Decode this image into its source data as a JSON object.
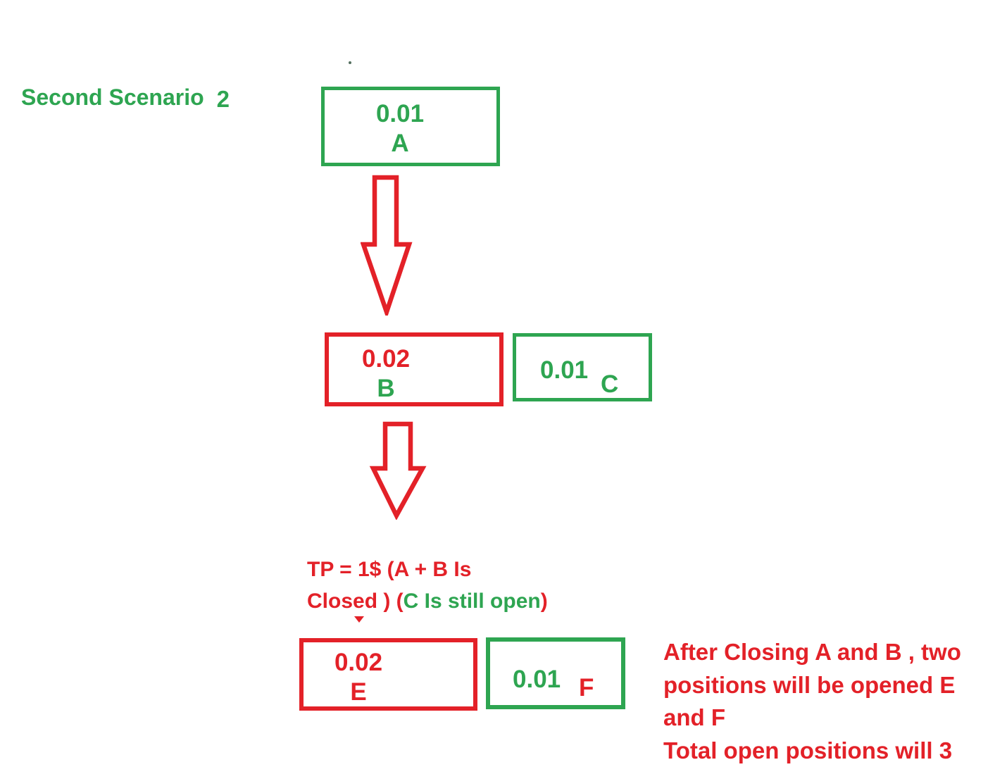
{
  "colors": {
    "green": "#2ea551",
    "red": "#e32128",
    "dot": "#54705f",
    "background": "#ffffff"
  },
  "title": {
    "text": "Second Scenario",
    "number": "2"
  },
  "boxes": {
    "a": {
      "value": "0.01",
      "label": "A"
    },
    "b": {
      "value": "0.02",
      "label": "B"
    },
    "c": {
      "value": "0.01",
      "label": "C"
    },
    "e": {
      "value": "0.02",
      "label": "E"
    },
    "f": {
      "value": "0.01",
      "label": "F"
    }
  },
  "tp_note": {
    "line1": "TP = 1$ (A + B Is",
    "line2_part1": "Closed ) (",
    "line2_part2": "C Is still open",
    "line2_part3": ")"
  },
  "side_note": {
    "lines": [
      "After Closing A and B , two",
      "positions will be opened E",
      "and F",
      "Total open positions will 3"
    ]
  }
}
